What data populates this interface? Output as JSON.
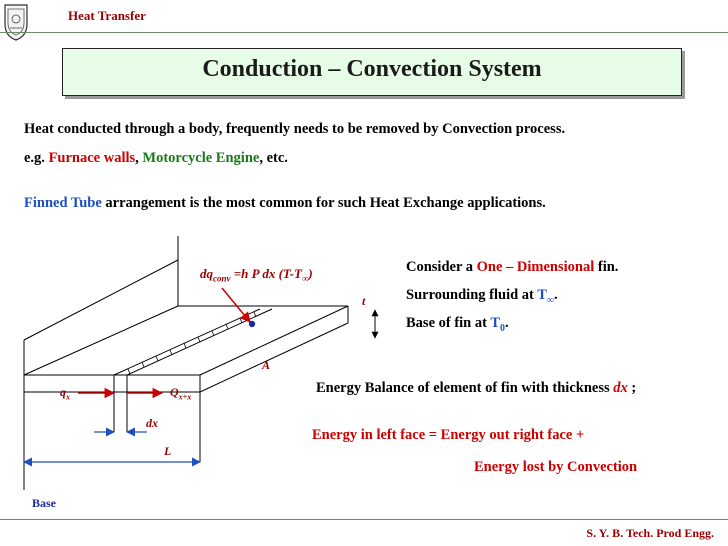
{
  "header": {
    "course": "Heat Transfer"
  },
  "title": "Conduction – Convection System",
  "para1": {
    "line1": "Heat conducted through a body, frequently needs to be removed by Convection process.",
    "eg_prefix": "e.g. ",
    "eg_item1": "Furnace walls",
    "eg_sep": ", ",
    "eg_item2": "Motorcycle Engine",
    "eg_suffix": ", etc."
  },
  "para2": {
    "highlight": "Finned Tube",
    "rest": " arrangement is the most common for such Heat Exchange applications."
  },
  "right_notes": {
    "l1_pre": "Consider a ",
    "l1_hl": "One – Dimensional",
    "l1_post": " fin.",
    "l2_pre": "Surrounding fluid at ",
    "l2_hl": "T",
    "l2_sub": "∞",
    "l2_post": ".",
    "l3_pre": "Base of fin at ",
    "l3_hl": "T",
    "l3_sub": "0",
    "l3_post": "."
  },
  "energy_balance": {
    "pre": "Energy Balance of element of fin with thickness ",
    "hl": "dx",
    "post": " ;"
  },
  "energy_eq": {
    "line1": "Energy in left face = Energy out right face +",
    "line2": "Energy lost by Convection"
  },
  "diagram": {
    "dq_main": "dq",
    "dq_sub": "conv",
    "dq_rest": " =h P dx (T-T",
    "dq_inf": "∞",
    "dq_close": ")",
    "t": "t",
    "A": "A",
    "qx_main": "q",
    "qx_sub": "x",
    "Qx_main": "Q",
    "Qx_sub": "x+x",
    "dx": "dx",
    "L": "L",
    "base": "Base"
  },
  "footer": "S. Y. B. Tech. Prod Engg.",
  "colors": {
    "red": "#cc0000",
    "green": "#1a7a1a",
    "blue": "#1f4fbf",
    "maroon": "#990000",
    "title_bg": "#e6fce6"
  }
}
